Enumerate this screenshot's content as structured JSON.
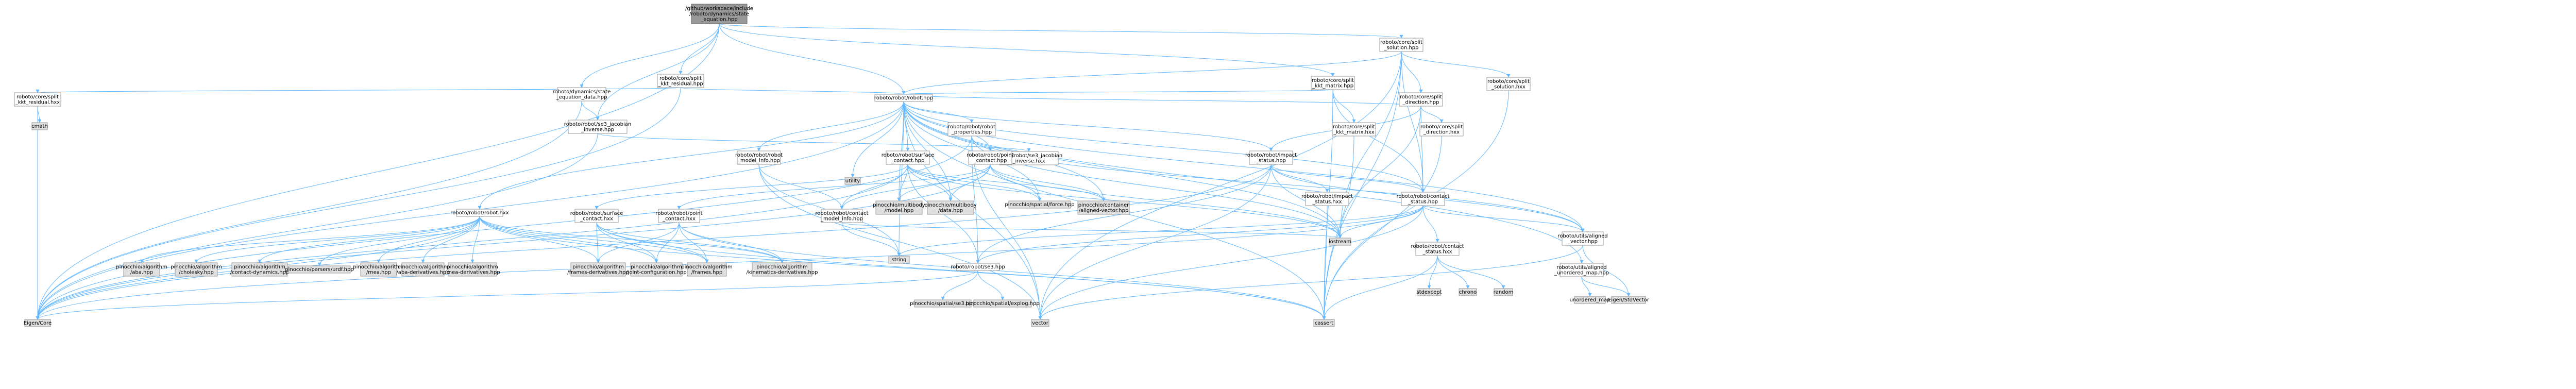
{
  "graph": {
    "type": "include-dependency-graph",
    "root": "n_root",
    "colors": {
      "edge": "#63b8ff",
      "root_fill": "#999999",
      "node_border": "#999999",
      "external_fill": "#e0e0e0"
    },
    "nodes": [
      {
        "id": "n_root",
        "kind": "root",
        "lines": [
          "/github/workspace/include",
          "/roboto/dynamics/state",
          "_equation.hpp"
        ]
      },
      {
        "id": "n_state_data",
        "kind": "file",
        "lines": [
          "roboto/dynamics/state",
          "_equation_data.hpp"
        ]
      },
      {
        "id": "n_kkt_residual_hpp",
        "kind": "file",
        "lines": [
          "roboto/core/split",
          "_kkt_residual.hpp"
        ]
      },
      {
        "id": "n_kkt_residual_hxx",
        "kind": "file",
        "lines": [
          "roboto/core/split",
          "_kkt_residual.hxx"
        ]
      },
      {
        "id": "n_cmath",
        "kind": "ext",
        "lines": [
          "cmath"
        ]
      },
      {
        "id": "n_se3_jac_hpp",
        "kind": "file",
        "lines": [
          "roboto/robot/se3_jacobian",
          "_inverse.hpp"
        ]
      },
      {
        "id": "n_robot_hpp",
        "kind": "file",
        "lines": [
          "roboto/robot/robot.hpp"
        ]
      },
      {
        "id": "n_kkt_matrix_hpp",
        "kind": "file",
        "lines": [
          "roboto/core/split",
          "_kkt_matrix.hpp"
        ]
      },
      {
        "id": "n_kkt_matrix_hxx",
        "kind": "file",
        "lines": [
          "roboto/core/split",
          "_kkt_matrix.hxx"
        ]
      },
      {
        "id": "n_direction_hpp",
        "kind": "file",
        "lines": [
          "roboto/core/split",
          "_direction.hpp"
        ]
      },
      {
        "id": "n_direction_hxx",
        "kind": "file",
        "lines": [
          "roboto/core/split",
          "_direction.hxx"
        ]
      },
      {
        "id": "n_solution_hpp",
        "kind": "file",
        "lines": [
          "roboto/core/split",
          "_solution.hpp"
        ]
      },
      {
        "id": "n_solution_hxx",
        "kind": "file",
        "lines": [
          "roboto/core/split",
          "_solution.hxx"
        ]
      },
      {
        "id": "n_robot_props",
        "kind": "file",
        "lines": [
          "roboto/robot/robot",
          "_properties.hpp"
        ]
      },
      {
        "id": "n_se3_jac_hxx",
        "kind": "file",
        "lines": [
          "roboto/robot/se3_jacobian",
          "_inverse.hxx"
        ]
      },
      {
        "id": "n_utility",
        "kind": "ext",
        "lines": [
          "utility"
        ]
      },
      {
        "id": "n_model_info_hpp",
        "kind": "file",
        "lines": [
          "roboto/robot/robot",
          "_model_info.hpp"
        ]
      },
      {
        "id": "n_surface_contact_hpp",
        "kind": "file",
        "lines": [
          "roboto/robot/surface",
          "_contact.hpp"
        ]
      },
      {
        "id": "n_point_contact_hpp",
        "kind": "file",
        "lines": [
          "roboto/robot/point",
          "_contact.hpp"
        ]
      },
      {
        "id": "n_impact_status_hpp",
        "kind": "file",
        "lines": [
          "roboto/robot/impact",
          "_status.hpp"
        ]
      },
      {
        "id": "n_impact_status_hxx",
        "kind": "file",
        "lines": [
          "roboto/robot/impact",
          "_status.hxx"
        ]
      },
      {
        "id": "n_contact_status_hpp",
        "kind": "file",
        "lines": [
          "roboto/robot/contact",
          "_status.hpp"
        ]
      },
      {
        "id": "n_contact_status_hxx",
        "kind": "file",
        "lines": [
          "roboto/robot/contact",
          "_status.hxx"
        ]
      },
      {
        "id": "n_robot_hxx",
        "kind": "file",
        "lines": [
          "roboto/robot/robot.hxx"
        ]
      },
      {
        "id": "n_surface_contact_hxx",
        "kind": "file",
        "lines": [
          "roboto/robot/surface",
          "_contact.hxx"
        ]
      },
      {
        "id": "n_point_contact_hxx",
        "kind": "file",
        "lines": [
          "roboto/robot/point",
          "_contact.hxx"
        ]
      },
      {
        "id": "n_contact_model_info",
        "kind": "file",
        "lines": [
          "roboto/robot/contact",
          "_model_info.hpp"
        ]
      },
      {
        "id": "n_se3_hpp",
        "kind": "file",
        "lines": [
          "roboto/robot/se3.hpp"
        ]
      },
      {
        "id": "n_aligned_vector",
        "kind": "file",
        "lines": [
          "roboto/utils/aligned",
          "_vector.hpp"
        ]
      },
      {
        "id": "n_aligned_umap",
        "kind": "file",
        "lines": [
          "roboto/utils/aligned",
          "_unordered_map.hpp"
        ]
      },
      {
        "id": "n_alg_aba",
        "kind": "ext",
        "lines": [
          "pinocchio/algorithm",
          "/aba.hpp"
        ]
      },
      {
        "id": "n_alg_cholesky",
        "kind": "ext",
        "lines": [
          "pinocchio/algorithm",
          "/cholesky.hpp"
        ]
      },
      {
        "id": "n_alg_contact_dyn",
        "kind": "ext",
        "lines": [
          "pinocchio/algorithm",
          "/contact-dynamics.hpp"
        ]
      },
      {
        "id": "n_parsers_urdf",
        "kind": "ext",
        "lines": [
          "pinocchio/parsers/urdf.hpp"
        ]
      },
      {
        "id": "n_alg_rnea",
        "kind": "ext",
        "lines": [
          "pinocchio/algorithm",
          "/rnea.hpp"
        ]
      },
      {
        "id": "n_alg_rnea_deriv",
        "kind": "ext",
        "lines": [
          "pinocchio/algorithm",
          "/rnea-derivatives.hpp"
        ]
      },
      {
        "id": "n_alg_aba_deriv",
        "kind": "ext",
        "lines": [
          "pinocchio/algorithm",
          "/aba-derivatives.hpp"
        ]
      },
      {
        "id": "n_alg_frames_deriv",
        "kind": "ext",
        "lines": [
          "pinocchio/algorithm",
          "/frames-derivatives.hpp"
        ]
      },
      {
        "id": "n_alg_joint_config",
        "kind": "ext",
        "lines": [
          "pinocchio/algorithm",
          "/joint-configuration.hpp"
        ]
      },
      {
        "id": "n_alg_frames",
        "kind": "ext",
        "lines": [
          "pinocchio/algorithm",
          "/frames.hpp"
        ]
      },
      {
        "id": "n_alg_kin_deriv",
        "kind": "ext",
        "lines": [
          "pinocchio/algorithm",
          "/kinematics-derivatives.hpp"
        ]
      },
      {
        "id": "n_mb_model",
        "kind": "ext",
        "lines": [
          "pinocchio/multibody",
          "/model.hpp"
        ]
      },
      {
        "id": "n_mb_data",
        "kind": "ext",
        "lines": [
          "pinocchio/multibody",
          "/data.hpp"
        ]
      },
      {
        "id": "n_spatial_force",
        "kind": "ext",
        "lines": [
          "pinocchio/spatial/force.hpp"
        ]
      },
      {
        "id": "n_container_av",
        "kind": "ext",
        "lines": [
          "pinocchio/container",
          "/aligned-vector.hpp"
        ]
      },
      {
        "id": "n_spatial_se3",
        "kind": "ext",
        "lines": [
          "pinocchio/spatial/se3.hpp"
        ]
      },
      {
        "id": "n_spatial_explog",
        "kind": "ext",
        "lines": [
          "pinocchio/spatial/explog.hpp"
        ]
      },
      {
        "id": "n_string",
        "kind": "ext",
        "lines": [
          "string"
        ]
      },
      {
        "id": "n_iostream",
        "kind": "ext",
        "lines": [
          "iostream"
        ]
      },
      {
        "id": "n_vector",
        "kind": "ext",
        "lines": [
          "vector"
        ]
      },
      {
        "id": "n_cassert",
        "kind": "ext",
        "lines": [
          "cassert"
        ]
      },
      {
        "id": "n_eigen_core",
        "kind": "ext",
        "lines": [
          "Eigen/Core"
        ]
      },
      {
        "id": "n_stdexcept",
        "kind": "ext",
        "lines": [
          "stdexcept"
        ]
      },
      {
        "id": "n_chrono",
        "kind": "ext",
        "lines": [
          "chrono"
        ]
      },
      {
        "id": "n_random",
        "kind": "ext",
        "lines": [
          "random"
        ]
      },
      {
        "id": "n_unordered_map",
        "kind": "ext",
        "lines": [
          "unordered_map"
        ]
      },
      {
        "id": "n_eigen_stdvector",
        "kind": "ext",
        "lines": [
          "Eigen/StdVector"
        ]
      }
    ],
    "edges": [
      [
        "n_root",
        "n_state_data"
      ],
      [
        "n_root",
        "n_kkt_residual_hpp"
      ],
      [
        "n_root",
        "n_kkt_matrix_hpp"
      ],
      [
        "n_root",
        "n_solution_hpp"
      ],
      [
        "n_root",
        "n_robot_hpp"
      ],
      [
        "n_root",
        "n_se3_jac_hpp"
      ],
      [
        "n_root",
        "n_eigen_core"
      ],
      [
        "n_state_data",
        "n_eigen_core"
      ],
      [
        "n_state_data",
        "n_se3_jac_hpp"
      ],
      [
        "n_kkt_residual_hpp",
        "n_kkt_residual_hxx"
      ],
      [
        "n_kkt_residual_hpp",
        "n_robot_hpp"
      ],
      [
        "n_kkt_residual_hpp",
        "n_eigen_core"
      ],
      [
        "n_kkt_residual_hxx",
        "n_cmath"
      ],
      [
        "n_kkt_residual_hxx",
        "n_eigen_core"
      ],
      [
        "n_se3_jac_hpp",
        "n_se3_jac_hxx"
      ],
      [
        "n_se3_jac_hpp",
        "n_eigen_core"
      ],
      [
        "n_kkt_matrix_hpp",
        "n_kkt_matrix_hxx"
      ],
      [
        "n_kkt_matrix_hpp",
        "n_robot_hpp"
      ],
      [
        "n_kkt_matrix_hpp",
        "n_contact_status_hpp"
      ],
      [
        "n_kkt_matrix_hpp",
        "n_cassert"
      ],
      [
        "n_kkt_matrix_hxx",
        "n_cassert"
      ],
      [
        "n_solution_hpp",
        "n_solution_hxx"
      ],
      [
        "n_solution_hpp",
        "n_direction_hpp"
      ],
      [
        "n_solution_hpp",
        "n_robot_hpp"
      ],
      [
        "n_solution_hpp",
        "n_contact_status_hpp"
      ],
      [
        "n_solution_hpp",
        "n_vector"
      ],
      [
        "n_solution_hpp",
        "n_iostream"
      ],
      [
        "n_solution_hpp",
        "n_cassert"
      ],
      [
        "n_direction_hpp",
        "n_direction_hxx"
      ],
      [
        "n_direction_hpp",
        "n_robot_hpp"
      ],
      [
        "n_direction_hpp",
        "n_impact_status_hpp"
      ],
      [
        "n_direction_hpp",
        "n_contact_status_hpp"
      ],
      [
        "n_direction_hpp",
        "n_iostream"
      ],
      [
        "n_direction_hxx",
        "n_cassert"
      ],
      [
        "n_solution_hxx",
        "n_cassert"
      ],
      [
        "n_robot_hpp",
        "n_robot_props"
      ],
      [
        "n_robot_hpp",
        "n_utility"
      ],
      [
        "n_robot_hpp",
        "n_model_info_hpp"
      ],
      [
        "n_robot_hpp",
        "n_surface_contact_hpp"
      ],
      [
        "n_robot_hpp",
        "n_point_contact_hpp"
      ],
      [
        "n_robot_hpp",
        "n_impact_status_hpp"
      ],
      [
        "n_robot_hpp",
        "n_contact_status_hpp"
      ],
      [
        "n_robot_hpp",
        "n_robot_hxx"
      ],
      [
        "n_robot_hpp",
        "n_aligned_vector"
      ],
      [
        "n_robot_hpp",
        "n_aligned_umap"
      ],
      [
        "n_robot_hpp",
        "n_mb_model"
      ],
      [
        "n_robot_hpp",
        "n_mb_data"
      ],
      [
        "n_robot_hpp",
        "n_spatial_force"
      ],
      [
        "n_robot_hpp",
        "n_container_av"
      ],
      [
        "n_robot_hpp",
        "n_string"
      ],
      [
        "n_robot_hpp",
        "n_vector"
      ],
      [
        "n_robot_hpp",
        "n_iostream"
      ],
      [
        "n_robot_hpp",
        "n_eigen_core"
      ],
      [
        "n_robot_hpp",
        "n_cassert"
      ],
      [
        "n_robot_props",
        "n_se3_hpp"
      ],
      [
        "n_robot_props",
        "n_eigen_core"
      ],
      [
        "n_robot_props",
        "n_iostream"
      ],
      [
        "n_robot_props",
        "n_aligned_vector"
      ],
      [
        "n_robot_props",
        "n_vector"
      ],
      [
        "n_model_info_hpp",
        "n_contact_model_info"
      ],
      [
        "n_model_info_hpp",
        "n_string"
      ],
      [
        "n_model_info_hpp",
        "n_vector"
      ],
      [
        "n_surface_contact_hpp",
        "n_surface_contact_hxx"
      ],
      [
        "n_surface_contact_hpp",
        "n_mb_model"
      ],
      [
        "n_surface_contact_hpp",
        "n_mb_data"
      ],
      [
        "n_surface_contact_hpp",
        "n_spatial_force"
      ],
      [
        "n_surface_contact_hpp",
        "n_container_av"
      ],
      [
        "n_surface_contact_hpp",
        "n_contact_model_info"
      ],
      [
        "n_surface_contact_hpp",
        "n_se3_hpp"
      ],
      [
        "n_surface_contact_hpp",
        "n_eigen_core"
      ],
      [
        "n_surface_contact_hpp",
        "n_iostream"
      ],
      [
        "n_point_contact_hpp",
        "n_point_contact_hxx"
      ],
      [
        "n_point_contact_hpp",
        "n_mb_model"
      ],
      [
        "n_point_contact_hpp",
        "n_mb_data"
      ],
      [
        "n_point_contact_hpp",
        "n_spatial_force"
      ],
      [
        "n_point_contact_hpp",
        "n_container_av"
      ],
      [
        "n_point_contact_hpp",
        "n_contact_model_info"
      ],
      [
        "n_point_contact_hpp",
        "n_eigen_core"
      ],
      [
        "n_point_contact_hpp",
        "n_iostream"
      ],
      [
        "n_impact_status_hpp",
        "n_impact_status_hxx"
      ],
      [
        "n_impact_status_hpp",
        "n_contact_status_hpp"
      ],
      [
        "n_impact_status_hpp",
        "n_se3_hpp"
      ],
      [
        "n_impact_status_hpp",
        "n_vector"
      ],
      [
        "n_impact_status_hpp",
        "n_iostream"
      ],
      [
        "n_impact_status_hpp",
        "n_eigen_core"
      ],
      [
        "n_impact_status_hpp",
        "n_aligned_vector"
      ],
      [
        "n_impact_status_hxx",
        "n_cassert"
      ],
      [
        "n_contact_status_hpp",
        "n_contact_status_hxx"
      ],
      [
        "n_contact_status_hpp",
        "n_se3_hpp"
      ],
      [
        "n_contact_status_hpp",
        "n_aligned_vector"
      ],
      [
        "n_contact_status_hpp",
        "n_vector"
      ],
      [
        "n_contact_status_hpp",
        "n_string"
      ],
      [
        "n_contact_status_hpp",
        "n_iostream"
      ],
      [
        "n_contact_status_hpp",
        "n_eigen_core"
      ],
      [
        "n_contact_status_hxx",
        "n_stdexcept"
      ],
      [
        "n_contact_status_hxx",
        "n_chrono"
      ],
      [
        "n_contact_status_hxx",
        "n_random"
      ],
      [
        "n_contact_status_hxx",
        "n_cassert"
      ],
      [
        "n_robot_hxx",
        "n_alg_aba"
      ],
      [
        "n_robot_hxx",
        "n_alg_cholesky"
      ],
      [
        "n_robot_hxx",
        "n_alg_contact_dyn"
      ],
      [
        "n_robot_hxx",
        "n_parsers_urdf"
      ],
      [
        "n_robot_hxx",
        "n_alg_rnea"
      ],
      [
        "n_robot_hxx",
        "n_alg_aba_deriv"
      ],
      [
        "n_robot_hxx",
        "n_alg_rnea_deriv"
      ],
      [
        "n_robot_hxx",
        "n_alg_frames_deriv"
      ],
      [
        "n_robot_hxx",
        "n_alg_joint_config"
      ],
      [
        "n_robot_hxx",
        "n_alg_frames"
      ],
      [
        "n_robot_hxx",
        "n_alg_kin_deriv"
      ],
      [
        "n_robot_hxx",
        "n_cassert"
      ],
      [
        "n_robot_hxx",
        "n_eigen_core"
      ],
      [
        "n_surface_contact_hxx",
        "n_alg_frames_deriv"
      ],
      [
        "n_surface_contact_hxx",
        "n_alg_joint_config"
      ],
      [
        "n_surface_contact_hxx",
        "n_alg_frames"
      ],
      [
        "n_surface_contact_hxx",
        "n_alg_kin_deriv"
      ],
      [
        "n_surface_contact_hxx",
        "n_cassert"
      ],
      [
        "n_point_contact_hxx",
        "n_alg_frames_deriv"
      ],
      [
        "n_point_contact_hxx",
        "n_alg_joint_config"
      ],
      [
        "n_point_contact_hxx",
        "n_alg_frames"
      ],
      [
        "n_point_contact_hxx",
        "n_alg_kin_deriv"
      ],
      [
        "n_point_contact_hxx",
        "n_cassert"
      ],
      [
        "n_contact_model_info",
        "n_string"
      ],
      [
        "n_contact_model_info",
        "n_iostream"
      ],
      [
        "n_se3_hpp",
        "n_spatial_se3"
      ],
      [
        "n_se3_hpp",
        "n_spatial_explog"
      ],
      [
        "n_se3_hpp",
        "n_eigen_core"
      ],
      [
        "n_aligned_vector",
        "n_vector"
      ],
      [
        "n_aligned_vector",
        "n_eigen_stdvector"
      ],
      [
        "n_aligned_umap",
        "n_unordered_map"
      ],
      [
        "n_aligned_umap",
        "n_eigen_stdvector"
      ]
    ]
  }
}
